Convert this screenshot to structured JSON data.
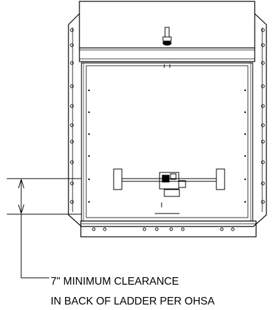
{
  "drawing": {
    "type": "technical-elevation-drawing",
    "subject": "roof hatch / access door, front elevation",
    "line_color": "#000000",
    "background": "#ffffff"
  },
  "annotation": {
    "dimension_text": "7\" MINIMUM CLEARANCE",
    "note_text": "IN BACK OF LADDER PER OHSA"
  },
  "icons": [
    "mounting-flange",
    "hatch-lid",
    "hatch-handle",
    "latch-assembly",
    "dimension-arrow"
  ]
}
